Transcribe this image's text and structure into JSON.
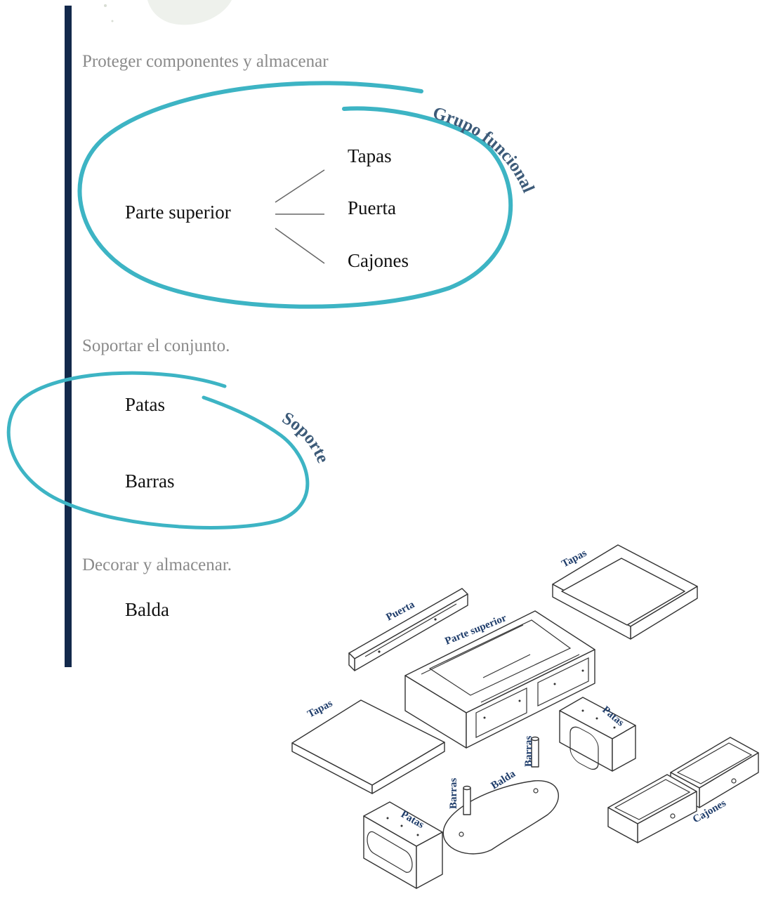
{
  "sections": [
    {
      "heading": "Proteger componentes y almacenar"
    },
    {
      "heading": "Soportar el conjunto."
    },
    {
      "heading": "Decorar y almacenar."
    }
  ],
  "funcional_group": {
    "label": "Grupo funcional",
    "parent": "Parte superior",
    "children": [
      "Tapas",
      "Puerta",
      "Cajones"
    ]
  },
  "soporte_group": {
    "label": "Soporte",
    "items": [
      "Patas",
      "Barras"
    ]
  },
  "balda_item": "Balda",
  "exploded_view_labels": {
    "tapas_top": "Tapas",
    "puerta": "Puerta",
    "parte_superior": "Parte superior",
    "tapas_left": "Tapas",
    "patas_right": "Patas",
    "barras_center": "Barras",
    "balda": "Balda",
    "barras_left": "Barras",
    "patas_left": "Patas",
    "cajones": "Cajones"
  },
  "colors": {
    "timeline_bar": "#13294b",
    "ellipse_stroke": "#3db4c4",
    "group_label": "#3c5a78",
    "part_label": "#1f3d6b",
    "heading_text": "#8a8a8a"
  }
}
